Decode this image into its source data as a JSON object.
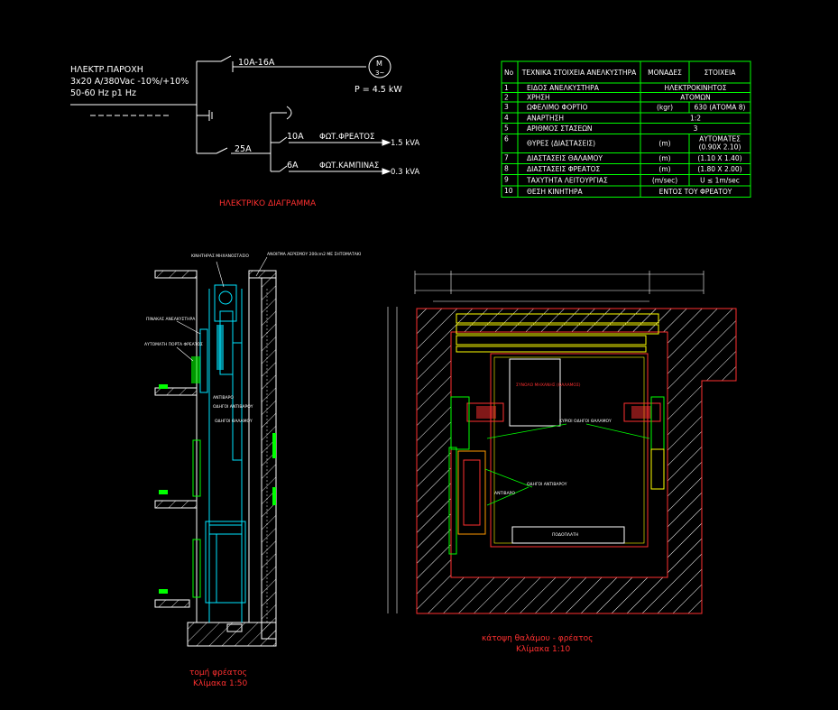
{
  "colors": {
    "bg": "#000000",
    "white": "#ffffff",
    "green": "#00ff00",
    "red": "#ff3030",
    "yellow": "#ffff00",
    "cyan": "#00e5ff",
    "magenta": "#ff3cff",
    "orange": "#ff9900",
    "gray": "#bbbbbb"
  },
  "electrical": {
    "supply_line1": "ΗΛΕΚΤΡ.ΠΑΡΟΧΗ",
    "supply_line2": "3x20 A/380Vac -10%/+10%",
    "supply_line3": "50-60 Hz p1 Hz",
    "motor_breaker": "10A-16A",
    "motor_symbol_top": "M",
    "motor_symbol_bottom": "3~",
    "motor_power": "P = 4.5 kW",
    "branch_breaker": "25A",
    "shaft_breaker": "10A",
    "shaft_light_label": "ΦΩΤ.ΦΡΕΑΤΟΣ",
    "shaft_light_power": "1.5 kVA",
    "cabin_breaker": "6A",
    "cabin_light_label": "ΦΩΤ.ΚΑΜΠΙΝΑΣ",
    "cabin_light_power": "0.3 kVA",
    "title": "ΗΛΕΚΤΡΙΚΟ ΔΙΑΓΡΑΜΜΑ"
  },
  "specs_table": {
    "headers": [
      "No",
      "ΤΕΧΝΙΚΑ ΣΤΟΙΧΕΙΑ ΑΝΕΛΚΥΣΤΗΡΑ",
      "ΜΟΝΑΔΕΣ",
      "ΣΤΟΙΧΕΙΑ"
    ],
    "rows": [
      {
        "no": "1",
        "name": "ΕΙΔΟΣ ΑΝΕΛΚΥΣΤΗΡΑ",
        "unit": "",
        "value": "ΗΛΕΚΤΡΟΚΙΝΗΤΟΣ",
        "value2": ""
      },
      {
        "no": "2",
        "name": "ΧΡΗΣΗ",
        "unit": "",
        "value": "ΑΤΟΜΩΝ",
        "value2": ""
      },
      {
        "no": "3",
        "name": "ΩΦΕΛΙΜΟ ΦΟΡΤΙΟ",
        "unit": "(kgr)",
        "value": "630 (ΑΤΟΜΑ 8)",
        "value2": ""
      },
      {
        "no": "4",
        "name": "ΑΝΑΡΤΗΣΗ",
        "unit": "",
        "value": "1:2",
        "value2": ""
      },
      {
        "no": "5",
        "name": "ΑΡΙΘΜΟΣ ΣΤΑΣΕΩΝ",
        "unit": "",
        "value": "3",
        "value2": ""
      },
      {
        "no": "6",
        "name": "ΘΥΡΕΣ (ΔΙΑΣΤΑΣΕΙΣ)",
        "unit": "(m)",
        "value": "ΑΥΤΟΜΑΤΕΣ",
        "value2": "(0.90X 2.10)"
      },
      {
        "no": "7",
        "name": "ΔΙΑΣΤΑΣΕΙΣ ΘΑΛΑΜΟΥ",
        "unit": "(m)",
        "value": "(1.10 X 1.40)",
        "value2": ""
      },
      {
        "no": "8",
        "name": "ΔΙΑΣΤΑΣΕΙΣ ΦΡΕΑΤΟΣ",
        "unit": "(m)",
        "value": "(1.80 X 2.00)",
        "value2": ""
      },
      {
        "no": "9",
        "name": "ΤΑΧΥΤΗΤΑ ΛΕΙΤΟΥΡΓΙΑΣ",
        "unit": "(m/sec)",
        "value": "U ≤ 1m/sec",
        "value2": ""
      },
      {
        "no": "10",
        "name": "ΘΕΣΗ ΚΙΝΗΤΗΡΑ",
        "unit": "",
        "value": "ΕΝΤΟΣ ΤΟΥ ΦΡΕΑΤΟΥ",
        "value2": ""
      }
    ]
  },
  "section": {
    "label_motor": "ΚΙΝΗΤΗΡΑΣ ΜΗΧΑΝΟΣΤΑΣΙΟ",
    "label_top": "ΑΝΟΙΓΜΑ ΑΕΡΙΣΜΟΥ 200cm2 ΜΕ ΣΗΤΟΜΑΤΑΚΙ",
    "label_panel": "ΠΙΝΑΚΑΣ ΑΝΕΛΚΥΣΤΗΡΑ",
    "label_door": "ΑΥΤΟΜΑΤΗ ΠΟΡΤΑ ΦΡΕΑΤΟΣ",
    "label_counterweight": "ΑΝΤΙΒΑΡΟ",
    "label_rails": "ΟΔΗΓΟΙ ΑΝΤΙΒΑΡΟΥ",
    "label_cabin": "ΟΔΗΓΟΙ ΘΑΛΑΜΟΥ",
    "title": "τομή φρέατος",
    "scale": "Κλίμακα 1:50"
  },
  "plan": {
    "label_panel": "ΣΥΝΟΛΟ ΜΗΧΑΝΗΣ (ΘΑΛΑΜΟΣ)",
    "label_rails": "ΚΥΡΙΟΙ ΟΔΗΓΟΙ ΘΑΛΑΜΟΥ",
    "label_cw_rails": "ΟΔΗΓΟΙ ΑΝΤΙΒΑΡΟΥ",
    "label_cw": "ΑΝΤΙΒΑΡΟ",
    "label_floor": "ΠΟΔΟΠΛΑΤΗ",
    "title": "κάτοψη θαλάμου - φρέατος",
    "scale": "Κλίμακα 1:10"
  }
}
